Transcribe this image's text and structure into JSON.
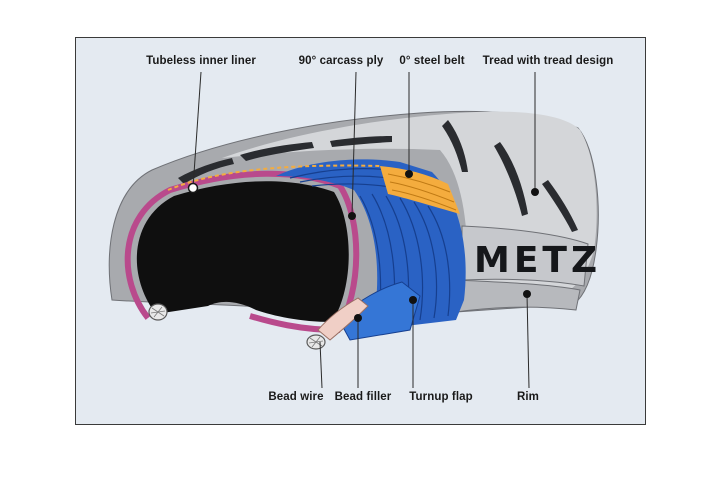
{
  "labels": {
    "inner_liner": "Tubeless inner liner",
    "carcass_ply": "90° carcass ply",
    "steel_belt": "0° steel belt",
    "tread": "Tread with tread design",
    "bead_wire": "Bead wire",
    "bead_filler": "Bead filler",
    "turnup_flap": "Turnup flap",
    "rim": "Rim"
  },
  "sidewall_brand": "METZ",
  "colors": {
    "background": "#e4eaf1",
    "rubber_grey": "#a8aaae",
    "rubber_light": "#d6d8db",
    "carcass_blue": "#2a62c4",
    "carcass_lines": "#163f8f",
    "steel_belt_orange": "#f4ac3e",
    "inner_liner_purple": "#b94a8c",
    "bead_filler_pink": "#f0cfc6",
    "interior_black": "#0f0f0f"
  },
  "icons": {
    "callout_marker": "filled-dot",
    "callout_marker_alt": "hollow-ring"
  }
}
